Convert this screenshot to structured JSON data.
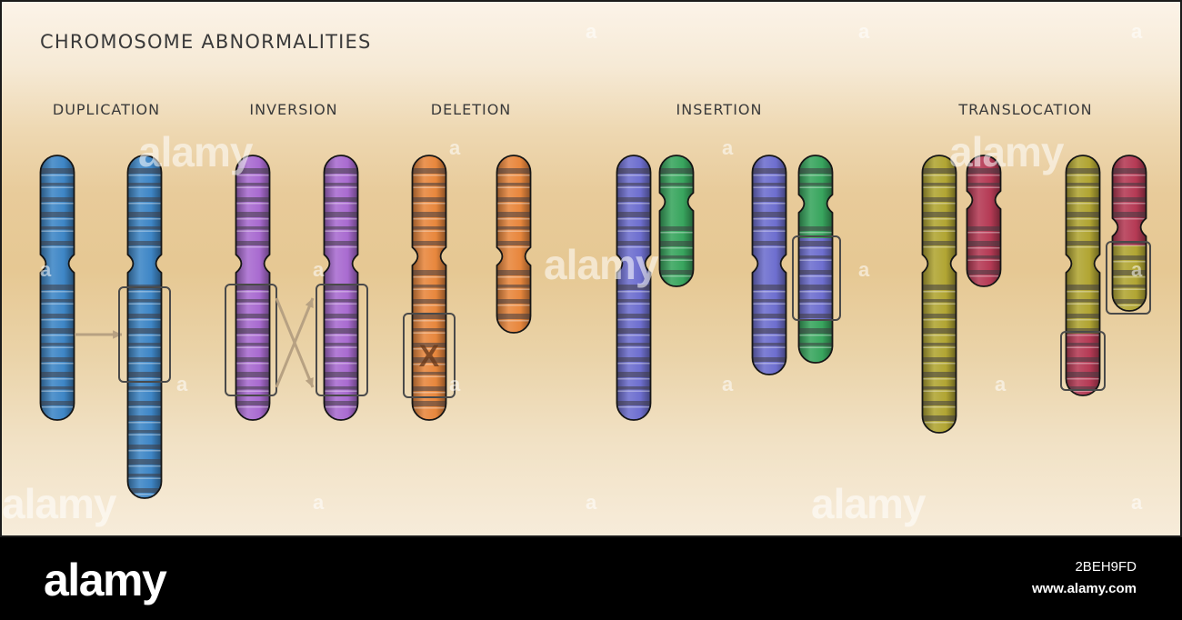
{
  "title": "CHROMOSOME ABNORMALITIES",
  "sections": [
    {
      "key": "duplication",
      "label": "DUPLICATION"
    },
    {
      "key": "inversion",
      "label": "INVERSION"
    },
    {
      "key": "deletion",
      "label": "DELETION"
    },
    {
      "key": "insertion",
      "label": "INSERTION"
    },
    {
      "key": "translocation",
      "label": "TRANSLOCATION"
    }
  ],
  "deletion_mark": "X",
  "colors": {
    "blue": "#3e86c6",
    "purple": "#a96bd0",
    "orange": "#e8873d",
    "indigo": "#6e6fcf",
    "green": "#38a55e",
    "olive": "#b1a533",
    "crimson": "#b53a55",
    "band": "#3e3a40",
    "arrow": "#b7a182",
    "box": "#4a4a4a"
  },
  "watermark": {
    "brand": "alamy",
    "letter": "a"
  },
  "footer": {
    "brand": "alamy",
    "image_id": "2BEH9FD",
    "url": "www.alamy.com"
  }
}
